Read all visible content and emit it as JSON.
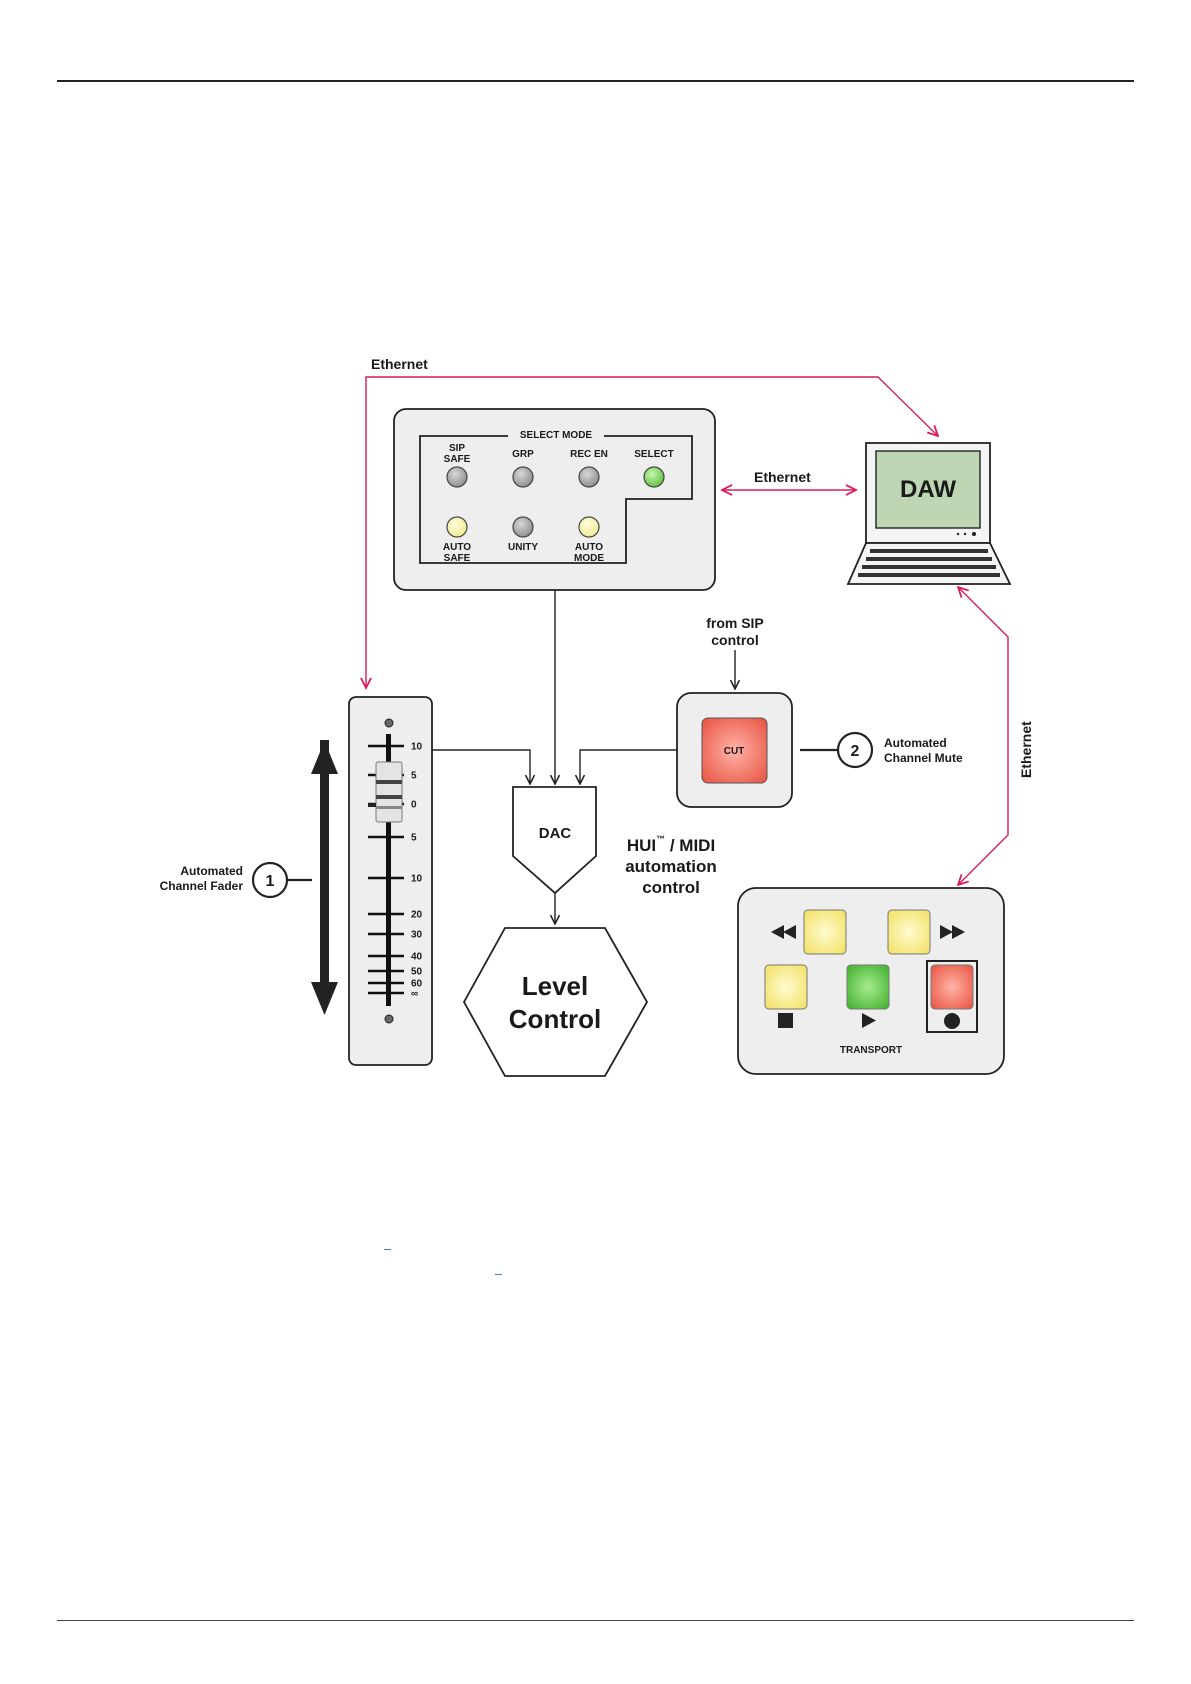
{
  "colors": {
    "ethernet_line": "#d81b60",
    "panel_fill": "#eeeeee",
    "led_grey": "#9e9e9e",
    "led_yellow": "#f7f4a0",
    "led_green": "#7dd35a",
    "btn_yellow": "#f8ef7a",
    "btn_green": "#55c23f",
    "btn_red": "#f06a5a",
    "daw_screen": "#bfd6b5"
  },
  "ethernet": {
    "top": "Ethernet",
    "middle": "Ethernet",
    "right": "Ethernet"
  },
  "select_panel": {
    "title": "SELECT MODE",
    "buttons": [
      {
        "label_line1": "SIP",
        "label_line2": "SAFE",
        "color": "grey"
      },
      {
        "label_line1": "GRP",
        "label_line2": "",
        "color": "grey"
      },
      {
        "label_line1": "REC EN",
        "label_line2": "",
        "color": "grey"
      },
      {
        "label_line1": "SELECT",
        "label_line2": "",
        "color": "green"
      },
      {
        "label_line1": "AUTO",
        "label_line2": "SAFE",
        "color": "yellow"
      },
      {
        "label_line1": "UNITY",
        "label_line2": "",
        "color": "grey"
      },
      {
        "label_line1": "AUTO",
        "label_line2": "MODE",
        "color": "yellow"
      }
    ]
  },
  "daw": {
    "label": "DAW"
  },
  "sip": {
    "line1": "from SIP",
    "line2": "control"
  },
  "cut_button": {
    "label": "CUT"
  },
  "callout_2": {
    "number": "2",
    "line1": "Automated",
    "line2": "Channel Mute"
  },
  "callout_1": {
    "number": "1",
    "line1": "Automated",
    "line2": "Channel Fader"
  },
  "fader": {
    "scale": [
      "10",
      "5",
      "0",
      "5",
      "10",
      "20",
      "30",
      "40",
      "50",
      "60",
      "∞"
    ]
  },
  "dac": {
    "label": "DAC"
  },
  "hui": {
    "line1": "HUI",
    "tm": "™",
    "line1_rest": " / MIDI",
    "line2": "automation",
    "line3": "control"
  },
  "level_control": {
    "line1": "Level",
    "line2": "Control"
  },
  "transport": {
    "label": "TRANSPORT",
    "icons": [
      "rewind-icon",
      "fast-forward-icon",
      "stop-icon",
      "play-icon",
      "record-icon"
    ]
  }
}
